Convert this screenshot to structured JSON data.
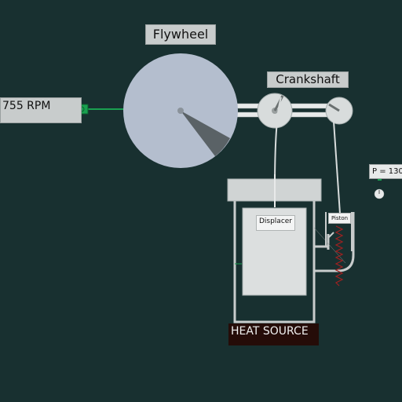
{
  "labels": {
    "flywheel": "Flywheel",
    "crankshaft": "Crankshaft",
    "rpm": "755 RPM",
    "pressure": "P = 130",
    "displacer": "Displacer",
    "piston": "Piston",
    "heat_source": "HEAT SOURCE"
  },
  "colors": {
    "background": "#183030",
    "flywheel": "#b4bece",
    "flywheel_sector": "#5a6266",
    "cylinder": "#d8dcdc",
    "heat_source": "#250c08",
    "motor": "#1aa050",
    "spring": "#a02020"
  },
  "icons": {
    "motor": "green-motor-icon",
    "pressure_gauge": "pressure-gauge-icon"
  }
}
